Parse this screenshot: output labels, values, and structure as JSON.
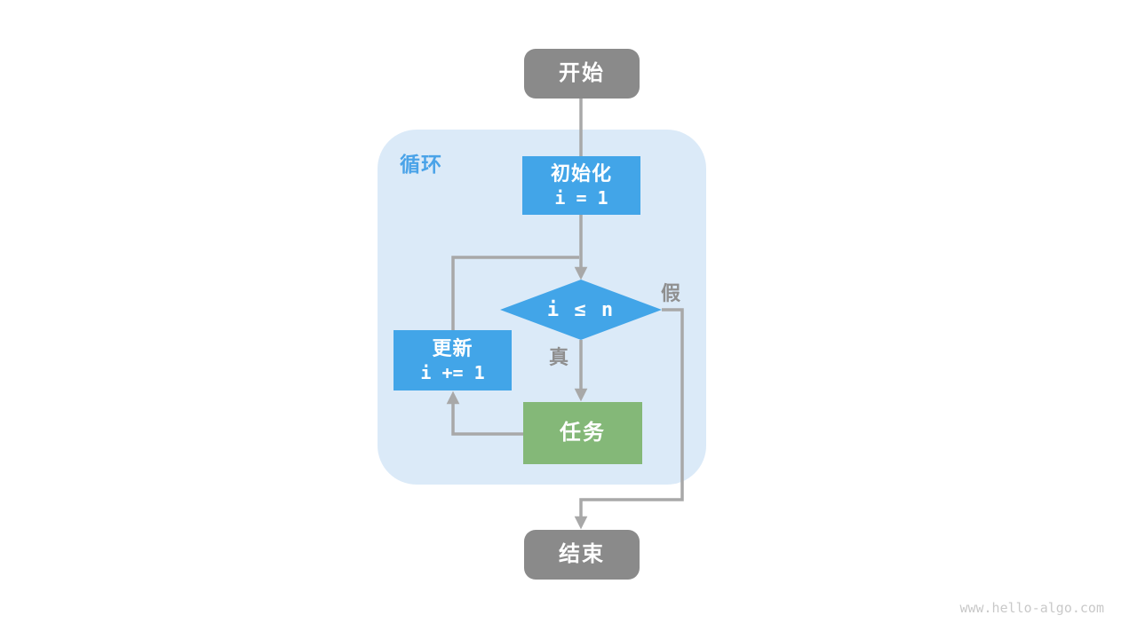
{
  "diagram": {
    "loop_label": "循环",
    "nodes": {
      "start": {
        "label": "开始"
      },
      "init": {
        "title": "初始化",
        "code": "i = 1"
      },
      "condition": {
        "code": "i ≤ n"
      },
      "update": {
        "title": "更新",
        "code": "i += 1"
      },
      "task": {
        "label": "任务"
      },
      "end": {
        "label": "结束"
      }
    },
    "branch_labels": {
      "true": "真",
      "false": "假"
    },
    "colors": {
      "node_gray": "#8a8a8a",
      "node_blue": "#42a5e8",
      "node_green": "#84b878",
      "loop_bg": "#dbeaf8",
      "line": "#a8a8a8",
      "label_blue": "#4aa3e8",
      "branch_label": "#8f8f8f",
      "watermark": "#c9c9c9",
      "text_on_node": "#ffffff"
    }
  },
  "watermark": "www.hello-algo.com"
}
